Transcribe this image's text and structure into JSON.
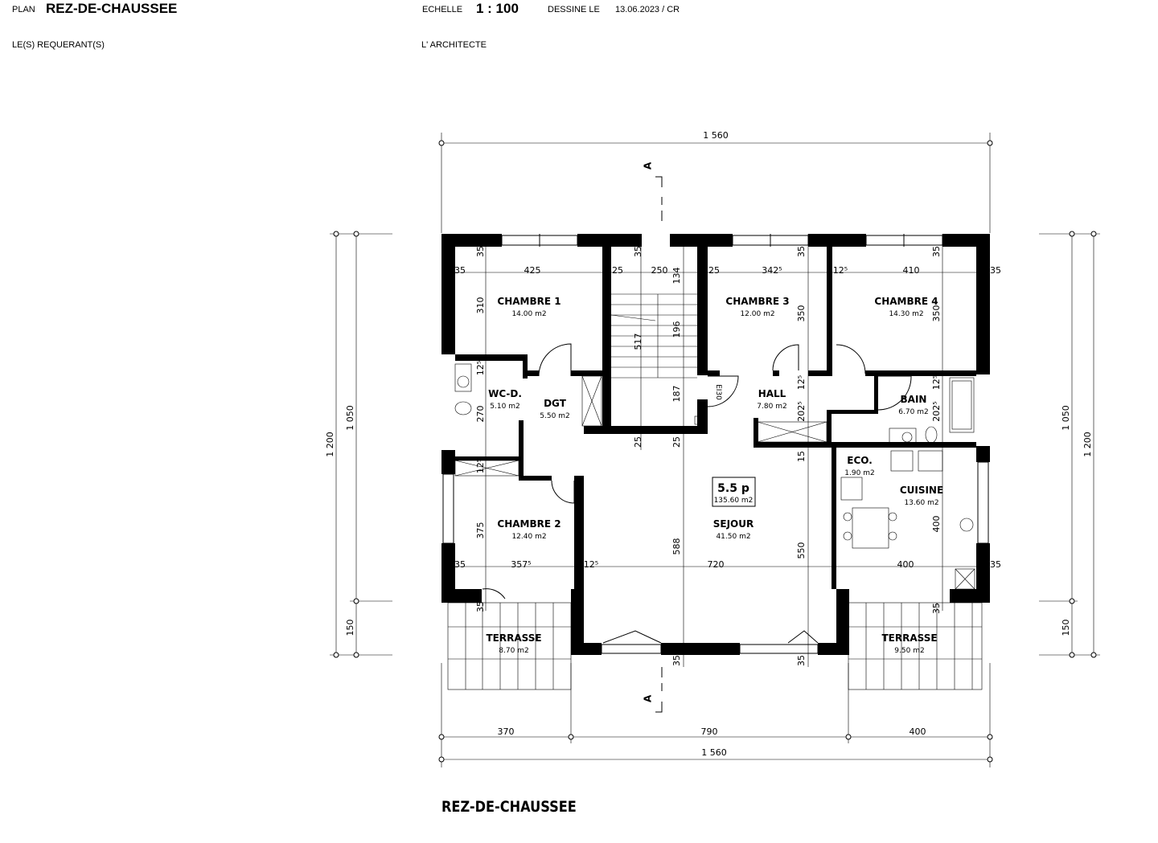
{
  "header": {
    "plan_label": "PLAN",
    "plan_name": "REZ-DE-CHAUSSEE",
    "scale_label": "ECHELLE",
    "scale_value": "1 : 100",
    "drawn_label": "DESSINE LE",
    "drawn_value": "13.06.2023 / CR",
    "applicants_label": "LE(S) REQUERANT(S)",
    "architect_label": "L' ARCHITECTE"
  },
  "rooms": [
    {
      "name": "CHAMBRE 1",
      "area": "14.00 m2"
    },
    {
      "name": "WC-D.",
      "area": "5.10 m2"
    },
    {
      "name": "DGT",
      "area": "5.50 m2"
    },
    {
      "name": "CHAMBRE 3",
      "area": "12.00 m2"
    },
    {
      "name": "HALL",
      "area": "7.80 m2"
    },
    {
      "name": "CHAMBRE 4",
      "area": "14.30 m2"
    },
    {
      "name": "BAIN",
      "area": "6.70 m2"
    },
    {
      "name": "ECO.",
      "area": "1.90 m2"
    },
    {
      "name": "CUISINE",
      "area": "13.60 m2"
    },
    {
      "name": "CHAMBRE 2",
      "area": "12.40 m2"
    },
    {
      "name": "SEJOUR",
      "area": "41.50 m2"
    },
    {
      "name": "TERRASSE",
      "area": "8.70 m2"
    },
    {
      "name": "TERRASSE",
      "area": "9.50 m2"
    }
  ],
  "summary": {
    "rooms": "5.5 p",
    "area": "135.60 m2"
  },
  "fire_door_label": "EI30",
  "section_marker": "A",
  "dimensions": [
    "35",
    "425",
    "25",
    "250",
    "25",
    "342⁵",
    "12⁵",
    "410",
    "35",
    "35",
    "310",
    "12⁵",
    "270",
    "12⁵",
    "375",
    "35",
    "35",
    "134",
    "517",
    "196",
    "187",
    "25",
    "25",
    "588",
    "35",
    "350",
    "12⁵",
    "202⁵",
    "15",
    "550",
    "35",
    "350",
    "12⁵",
    "202⁵",
    "400",
    "35",
    "35",
    "35",
    "35",
    "357⁵",
    "12⁵",
    "720",
    "400",
    "35",
    "1 560",
    "1 050",
    "150",
    "1 200",
    "1 050",
    "150",
    "1 200",
    "370",
    "790",
    "400",
    "1 560"
  ],
  "caption": "REZ-DE-CHAUSSEE"
}
